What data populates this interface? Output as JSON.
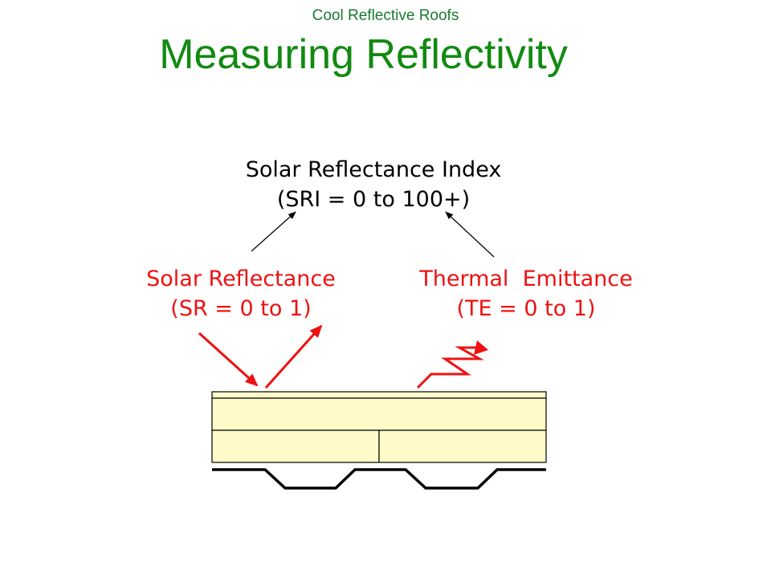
{
  "header": {
    "kicker": "Cool Reflective Roofs",
    "title": "Measuring Reflectivity"
  },
  "sri": {
    "line1": "Solar Reflectance Index",
    "line2": "(SRI = 0 to 100+)"
  },
  "solar_reflectance": {
    "line1": "Solar Reflectance",
    "line2": "(SR = 0 to 1)"
  },
  "thermal_emittance": {
    "line1": "Thermal  Emittance",
    "line2": "(TE = 0 to 1)"
  },
  "colors": {
    "title_green": "#118a11",
    "accent_red": "#ee1111",
    "roof_fill": "#fffac8"
  }
}
